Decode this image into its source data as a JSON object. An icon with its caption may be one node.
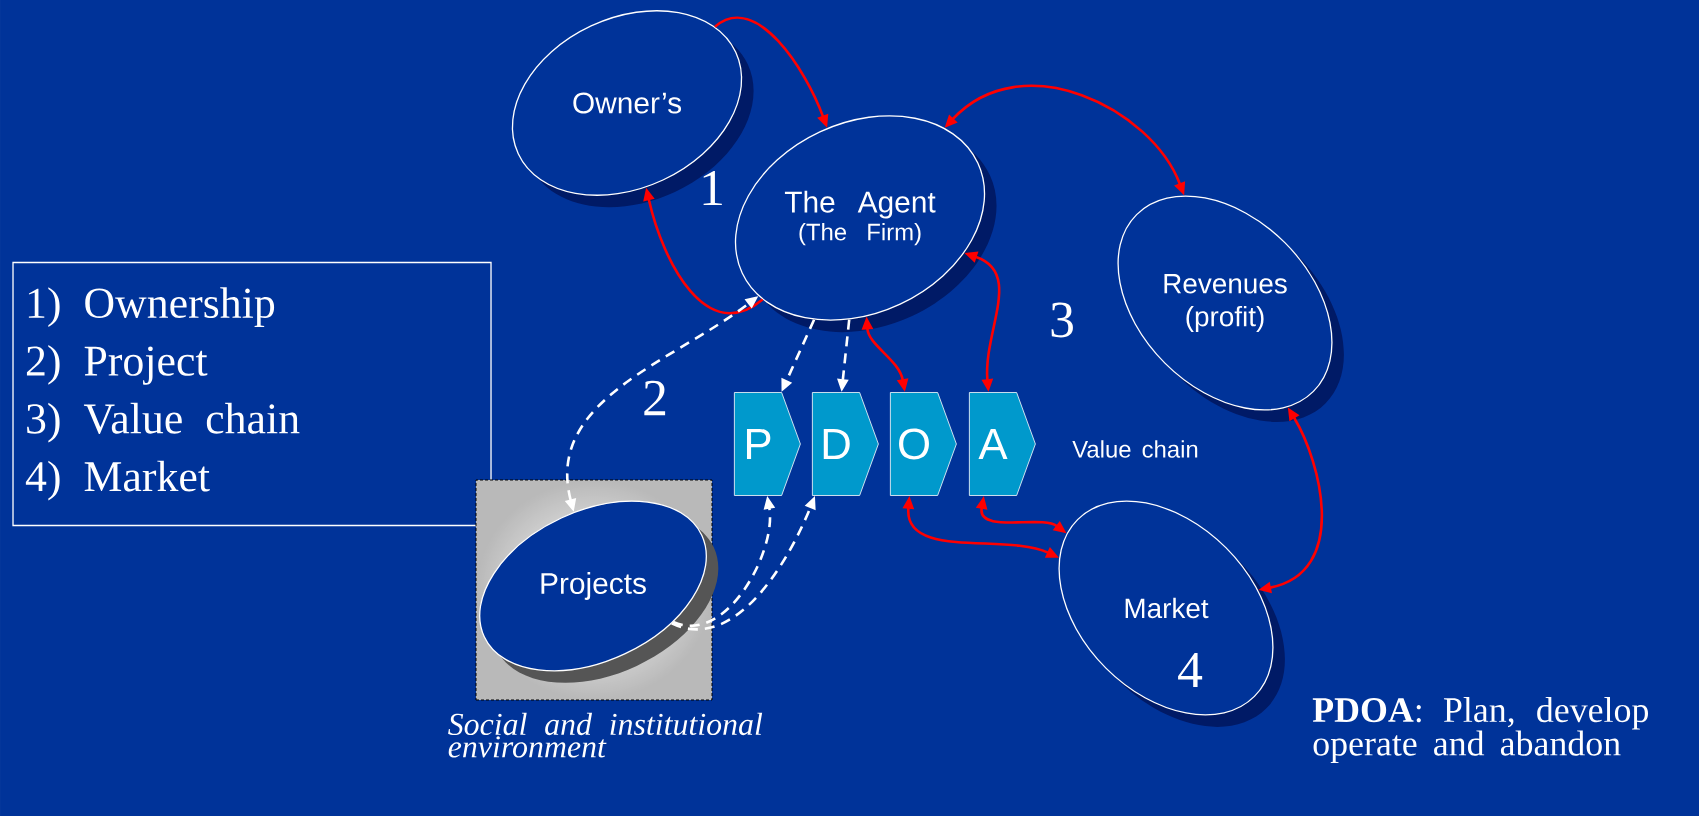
{
  "diagram": {
    "nodes": [
      {
        "text": [
          "Owner’s"
        ]
      },
      {
        "text": [
          "The Agent",
          "(The Firm)"
        ]
      },
      {
        "text": [
          "Revenues (profit)"
        ]
      },
      {
        "text": [
          "1) Ownership",
          "2) Project",
          "3) Value chain",
          "4) Market"
        ]
      },
      {
        "text": [
          "P"
        ]
      },
      {
        "text": [
          "D"
        ]
      },
      {
        "text": [
          "O"
        ]
      },
      {
        "text": [
          "A"
        ]
      },
      {
        "text": [],
        "shape": "box",
        "beside": [
          "Social and institutional environment"
        ]
      },
      {
        "text": [
          "Projects"
        ],
        "in": 8
      },
      {
        "text": [
          "Market"
        ]
      }
    ],
    "edges": [
      {
        "from": 0,
        "to": 1,
        "arrow": "to"
      },
      {
        "from": 1,
        "to": 0,
        "arrow": "to"
      },
      {
        "from": 1,
        "to": 2,
        "arrow": "both"
      },
      {
        "from": 1,
        "to": 6,
        "arrow": "both"
      },
      {
        "from": 1,
        "to": 7,
        "arrow": "both"
      },
      {
        "from": 2,
        "to": 10,
        "arrow": "both"
      },
      {
        "from": 6,
        "to": 10,
        "arrow": "both"
      },
      {
        "from": 7,
        "to": 10,
        "arrow": "both"
      },
      {
        "from": 1,
        "to": 4,
        "arrow": "to",
        "style": "dashed",
        "color": "#ffffff"
      },
      {
        "from": 1,
        "to": 5,
        "arrow": "to",
        "style": "dashed",
        "color": "#ffffff"
      },
      {
        "from": 9,
        "to": 1,
        "arrow": "both",
        "style": "dashed",
        "color": "#ffffff"
      },
      {
        "from": 9,
        "to": 4,
        "arrow": "to",
        "style": "dashed",
        "color": "#ffffff"
      },
      {
        "from": 9,
        "to": 5,
        "arrow": "to",
        "style": "dashed",
        "color": "#ffffff"
      }
    ],
    "labels": [
      "1",
      "2",
      "3",
      "Value chain",
      "4",
      "**PDOA**: Plan, develop operate and abandon"
    ]
  }
}
